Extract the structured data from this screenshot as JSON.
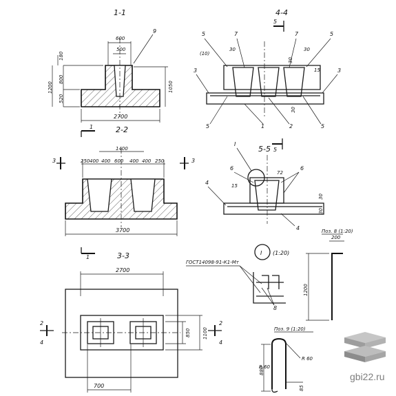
{
  "sections": {
    "s11": "1-1",
    "s22": "2-2",
    "s33": "3-3",
    "s44": "4-4",
    "s55": "5-5"
  },
  "dims": {
    "d600": "600",
    "d500": "500",
    "d180": "180",
    "d800": "800",
    "d1200": "1200",
    "d520": "520",
    "d1050": "1050",
    "d2700a": "2700",
    "d1400": "1400",
    "d250a": "250",
    "d400a": "400",
    "d400b": "400",
    "d600b": "600",
    "d400c": "400",
    "d400d": "400",
    "d250b": "250",
    "d3700": "3700",
    "d2700b": "2700",
    "d850": "850",
    "d1100": "1100",
    "d700": "700",
    "d30a": "30",
    "d30b": "30",
    "d30c": "30",
    "d15a": "15",
    "d10": "(10)",
    "d30d": "30",
    "d15b": "15",
    "d72": "72",
    "d30e": "30",
    "d30f": "30",
    "d200": "200",
    "d1200b": "1200",
    "d880": "880",
    "d85": "85",
    "r60a": "R 60",
    "r60b": "R 60"
  },
  "callouts": {
    "c9": "9",
    "c5a": "5",
    "c7a": "7",
    "c7b": "7",
    "c5b": "5",
    "c3a": "3",
    "c3b": "3",
    "c5c": "5",
    "c1": "1",
    "c2": "2",
    "c5d": "5",
    "c5e": "5",
    "c5f": "5",
    "cI": "I",
    "c6a": "6",
    "c6b": "6",
    "c4a": "4",
    "c4b": "4",
    "c8": "8",
    "m1a": "1",
    "m1b": "1",
    "m3a": "3",
    "m3b": "3",
    "m2a": "2",
    "m2b": "2",
    "m4a": "4",
    "m4b": "4"
  },
  "notes": {
    "detail_I": "I",
    "detail_scale": "(1:20)",
    "gost": "ГОСТ14098-91-К1-Мт",
    "pos8": "Поз. 8 (1:20)",
    "pos9": "Поз. 9 (1:20)"
  },
  "watermark": {
    "site": "gbi22.ru",
    "logo_colors": [
      "#b9b9b9",
      "#9a9a9a",
      "#7a7a7a"
    ]
  }
}
